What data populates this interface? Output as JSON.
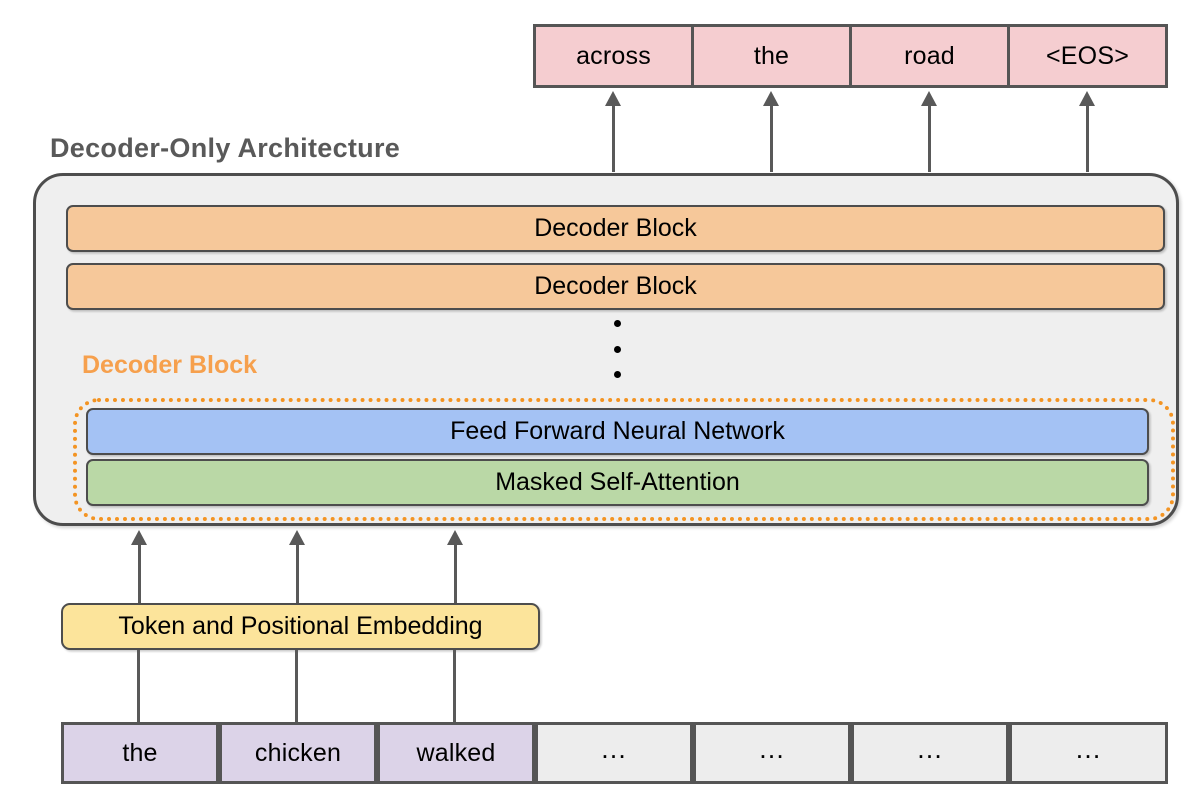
{
  "diagram": {
    "title": "Decoder-Only Architecture",
    "output_tokens": [
      {
        "label": "across"
      },
      {
        "label": "the"
      },
      {
        "label": "road"
      },
      {
        "label": "<EOS>"
      }
    ],
    "stacked_blocks": [
      {
        "label": "Decoder Block"
      },
      {
        "label": "Decoder Block"
      }
    ],
    "ellipsis_dots": 3,
    "decoder_group": {
      "label": "Decoder Block",
      "sublayers": [
        {
          "label": "Feed Forward Neural Network"
        },
        {
          "label": "Masked Self-Attention"
        }
      ]
    },
    "embedding": {
      "label": "Token and Positional Embedding"
    },
    "input_tokens": [
      {
        "label": "the",
        "filled": true
      },
      {
        "label": "chicken",
        "filled": true
      },
      {
        "label": "walked",
        "filled": true
      },
      {
        "label": "…",
        "filled": false
      },
      {
        "label": "…",
        "filled": false
      },
      {
        "label": "…",
        "filled": false
      },
      {
        "label": "…",
        "filled": false
      }
    ],
    "colors": {
      "output_token": "#F5CDD0",
      "input_token": "#DCD3E8",
      "empty_token": "#EDEDED",
      "decoder_block": "#F6C89A",
      "feed_forward": "#A4C2F4",
      "self_attention": "#BAD8A6",
      "embedding": "#FCE49B",
      "container": "#EFEFEF",
      "group_outline": "#F39423",
      "group_label": "#F6A04D",
      "title": "#595959",
      "stroke": "#4D4D4D",
      "arrow": "#595959"
    }
  }
}
